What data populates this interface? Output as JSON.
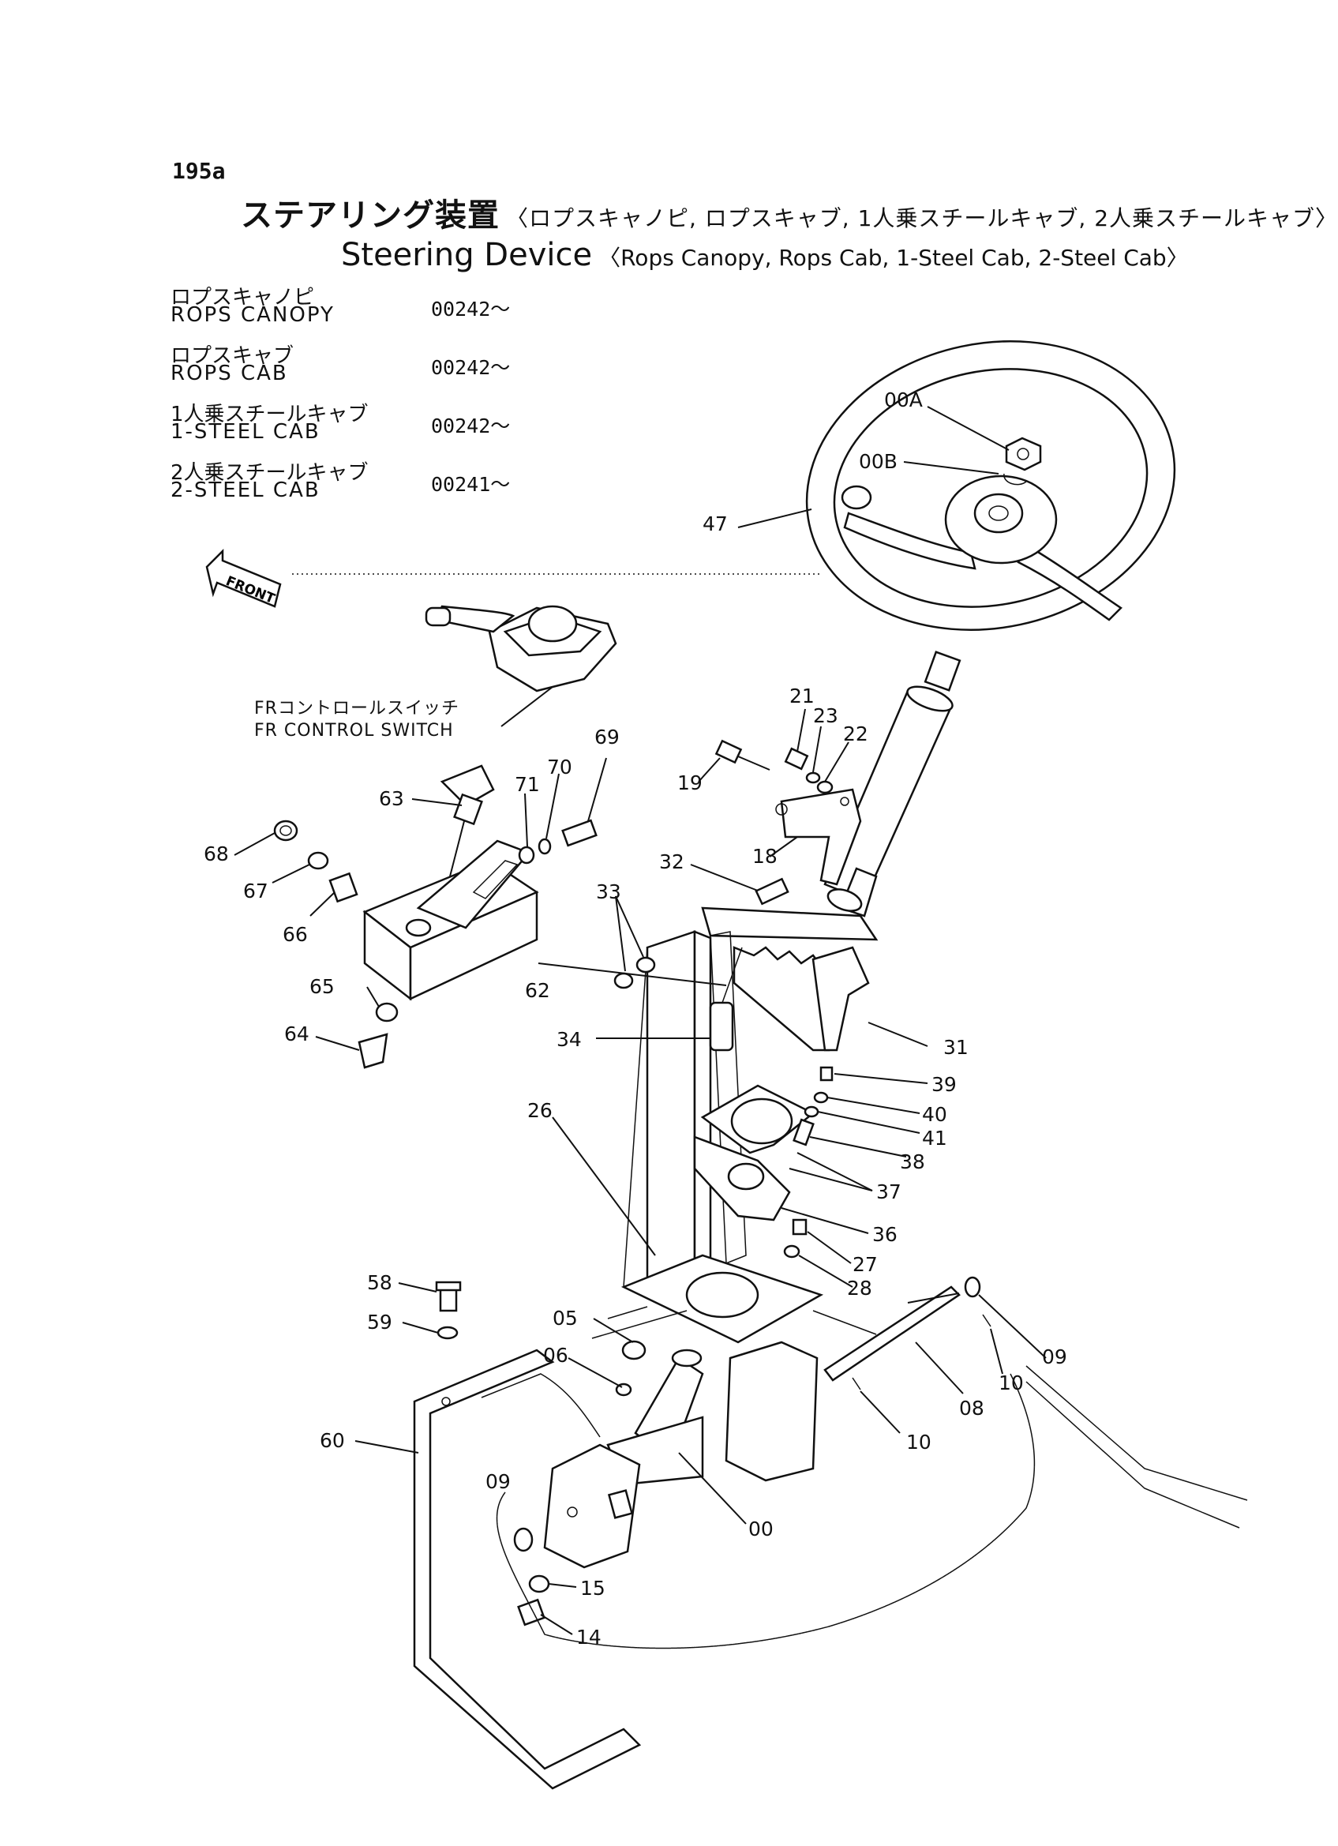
{
  "page_no": "195a",
  "title": {
    "jp": "ステアリング装置",
    "jp_sub": "〈ロプスキャノピ, ロプスキャブ, 1人乗スチールキャブ, 2人乗スチールキャブ〉",
    "en": "Steering Device",
    "en_sub": "〈Rops Canopy, Rops Cab, 1-Steel Cab, 2-Steel Cab〉"
  },
  "serials": [
    {
      "jp": "ロプスキャノピ",
      "en": "ROPS CANOPY",
      "no": "00242～"
    },
    {
      "jp": "ロプスキャブ",
      "en": "ROPS CAB",
      "no": "00242～"
    },
    {
      "jp": "1人乗スチールキャブ",
      "en": "1-STEEL CAB",
      "no": "00242～"
    },
    {
      "jp": "2人乗スチールキャブ",
      "en": "2-STEEL CAB",
      "no": "00241～"
    }
  ],
  "front_label": "FRONT",
  "fr_control": {
    "jp": "FRコントロールスイッチ",
    "en": "FR CONTROL SWITCH"
  },
  "part_numbers": [
    "00A",
    "00B",
    "47",
    "21",
    "23",
    "22",
    "19",
    "18",
    "69",
    "70",
    "71",
    "63",
    "68",
    "67",
    "66",
    "65",
    "62",
    "64",
    "32",
    "33",
    "34",
    "31",
    "39",
    "40",
    "41",
    "38",
    "37",
    "26",
    "36",
    "27",
    "28",
    "58",
    "59",
    "60",
    "05",
    "06",
    "09",
    "10",
    "08",
    "00",
    "15",
    "14"
  ]
}
